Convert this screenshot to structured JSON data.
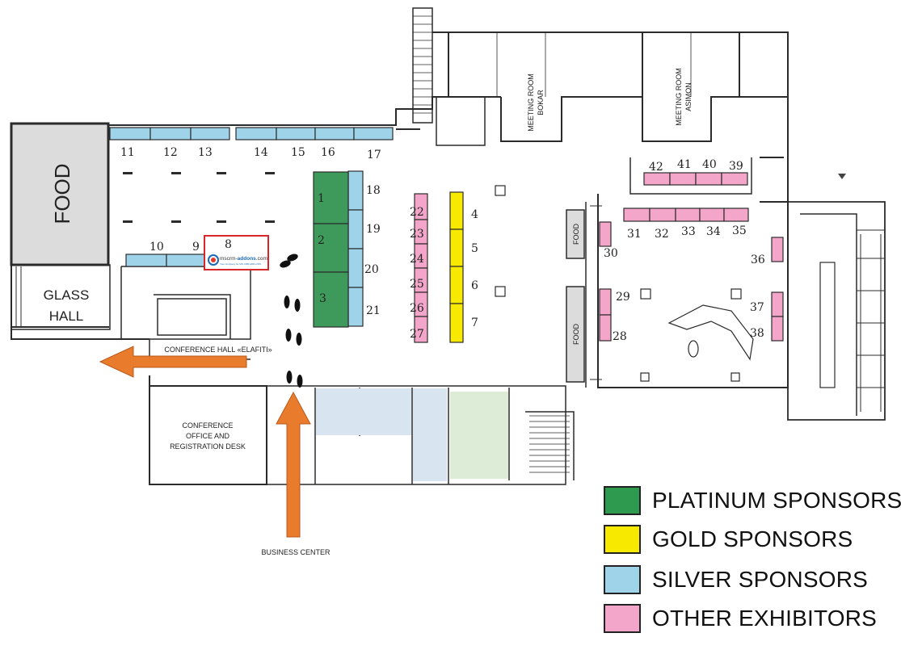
{
  "colors": {
    "platinum": "#3e9a5b",
    "gold": "#f7ea00",
    "silver": "#9fd3ea",
    "other": "#f3a6c9",
    "arrow": "#e97b2c",
    "wall": "#2b2b2b",
    "food": "#dcdcdc",
    "office_blue": "#d8e4f0",
    "office_green": "#dcecd7",
    "highlight": "#d9262b"
  },
  "areas": {
    "food_left": "FOOD",
    "food_small_1": "FOOD",
    "food_small_2": "FOOD",
    "glass_hall_1": "GLASS",
    "glass_hall_2": "HALL",
    "meeting_bokar_1": "MEETING ROOM",
    "meeting_bokar_2": "BOKAR",
    "meeting_asimon_1": "MEETING ROOM",
    "meeting_asimon_2": "ASIMON",
    "conference_office_1": "CONFERENCE",
    "conference_office_2": "OFFICE AND",
    "conference_office_3": "REGISTRATION DESK",
    "conference_hall": "CONFERENCE HALL «ELAFITI»",
    "business_center": "BUSINESS CENTER"
  },
  "booths": {
    "b1": "1",
    "b2": "2",
    "b3": "3",
    "b4": "4",
    "b5": "5",
    "b6": "6",
    "b7": "7",
    "b8": "8",
    "b9": "9",
    "b10": "10",
    "b11": "11",
    "b12": "12",
    "b13": "13",
    "b14": "14",
    "b15": "15",
    "b16": "16",
    "b17": "17",
    "b18": "18",
    "b19": "19",
    "b20": "20",
    "b21": "21",
    "b22": "22",
    "b23": "23",
    "b24": "24",
    "b25": "25",
    "b26": "26",
    "b27": "27",
    "b28": "28",
    "b29": "29",
    "b30": "30",
    "b31": "31",
    "b32": "32",
    "b33": "33",
    "b34": "34",
    "b35": "35",
    "b36": "36",
    "b37": "37",
    "b38": "38",
    "b39": "39",
    "b40": "40",
    "b41": "41",
    "b42": "42"
  },
  "logo": {
    "name_a": "mscrm-",
    "name_b": "addons",
    "name_c": ".com",
    "tagline": "Your company for MS CRM ADD-ONS"
  },
  "legend": [
    {
      "label": "PLATINUM SPONSORS",
      "color": "#2e9a4f"
    },
    {
      "label": "GOLD SPONSORS",
      "color": "#f7ea00"
    },
    {
      "label": "SILVER SPONSORS",
      "color": "#9fd3ea"
    },
    {
      "label": "OTHER EXHIBITORS",
      "color": "#f3a6c9"
    }
  ]
}
